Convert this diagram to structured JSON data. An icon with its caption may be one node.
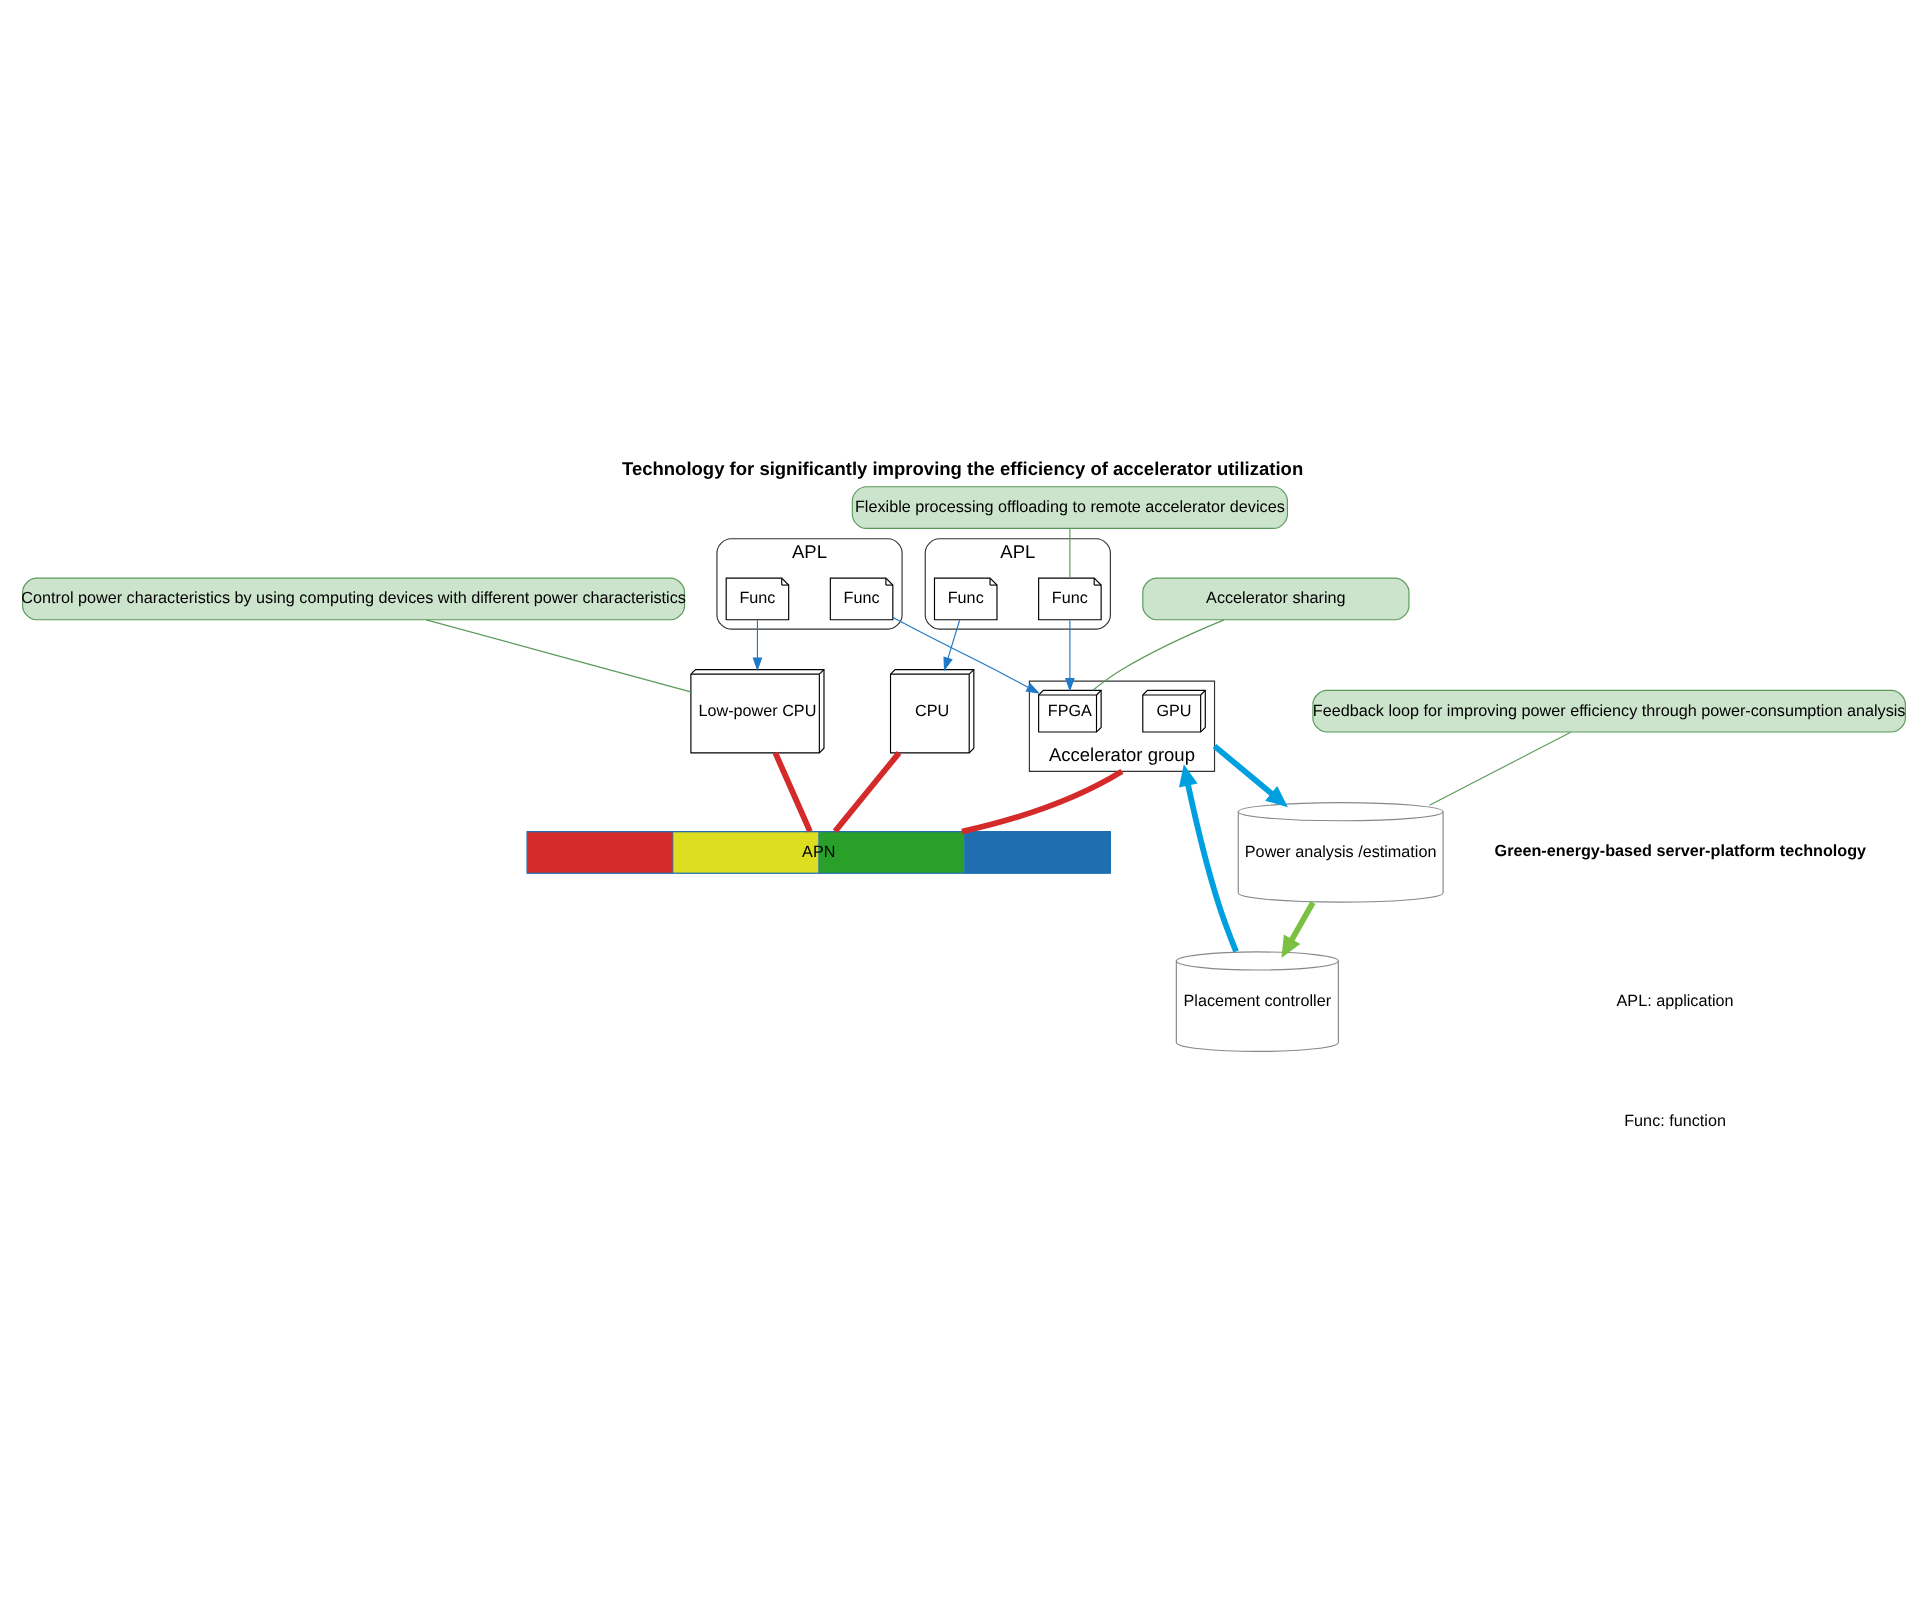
{
  "diagram": {
    "title": "Technology for significantly improving the efficiency of accelerator utilization",
    "caption": "Green-energy-based server-platform technology",
    "nodes": [
      {
        "text": [
          "Flexible processing offloading to remote accelerator devices"
        ]
      },
      {
        "text": [
          "Accelerator sharing"
        ]
      },
      {
        "text": [
          "APL"
        ]
      },
      {
        "text": [
          "Func"
        ],
        "in": 2
      },
      {
        "text": [
          "Func"
        ],
        "in": 2
      },
      {
        "text": [
          "APL"
        ]
      },
      {
        "text": [
          "Func"
        ],
        "in": 5
      },
      {
        "text": [
          "Func"
        ],
        "in": 5
      },
      {
        "text": [
          "CPU"
        ]
      },
      {
        "text": [
          "Low-power CPU"
        ]
      },
      {
        "text": [
          "Accelerator group"
        ]
      },
      {
        "text": [
          "GPU"
        ],
        "in": 10
      },
      {
        "text": [
          "FPGA"
        ],
        "in": 10
      },
      {
        "text": [
          "Placement controller"
        ]
      },
      {
        "text": [
          "Power analysis /estimation"
        ]
      },
      {
        "text": [
          "APN"
        ]
      },
      {
        "text": [
          "Control power characteristics by using computing devices with different power characteristics"
        ]
      },
      {
        "text": [
          "Feedback loop for improving power efficiency through power-consumption analysis"
        ]
      }
    ],
    "edges": [
      {
        "from": 3,
        "to": 8,
        "arrow": "to"
      },
      {
        "from": 4,
        "to": 12,
        "arrow": "to"
      },
      {
        "from": 6,
        "to": 9,
        "arrow": "to"
      },
      {
        "from": 7,
        "to": 12,
        "arrow": "to"
      },
      {
        "from": 0,
        "to": 4,
        "arrow": "none",
        "color": "#5a9a5a"
      },
      {
        "from": 1,
        "to": 12,
        "arrow": "none",
        "color": "#5a9a5a"
      },
      {
        "from": 16,
        "to": 9,
        "arrow": "none",
        "color": "#5a9a5a"
      },
      {
        "from": 17,
        "to": 14,
        "arrow": "none",
        "color": "#5a9a5a"
      },
      {
        "from": 8,
        "to": 15,
        "arrow": "none",
        "style": "thick",
        "color": "#d42a2a"
      },
      {
        "from": 9,
        "to": 15,
        "arrow": "none",
        "style": "thick",
        "color": "#d42a2a"
      },
      {
        "from": 10,
        "to": 15,
        "arrow": "none",
        "style": "thick",
        "color": "#d42a2a"
      },
      {
        "from": 13,
        "to": 10,
        "arrow": "to",
        "style": "thick",
        "color": "#00a0e0"
      },
      {
        "from": 10,
        "to": 14,
        "arrow": "to",
        "style": "thick",
        "color": "#00a0e0"
      },
      {
        "from": 14,
        "to": 13,
        "arrow": "to",
        "style": "thick",
        "color": "#7ac143"
      }
    ],
    "labels": [
      "APL: application",
      "Func: function"
    ]
  }
}
